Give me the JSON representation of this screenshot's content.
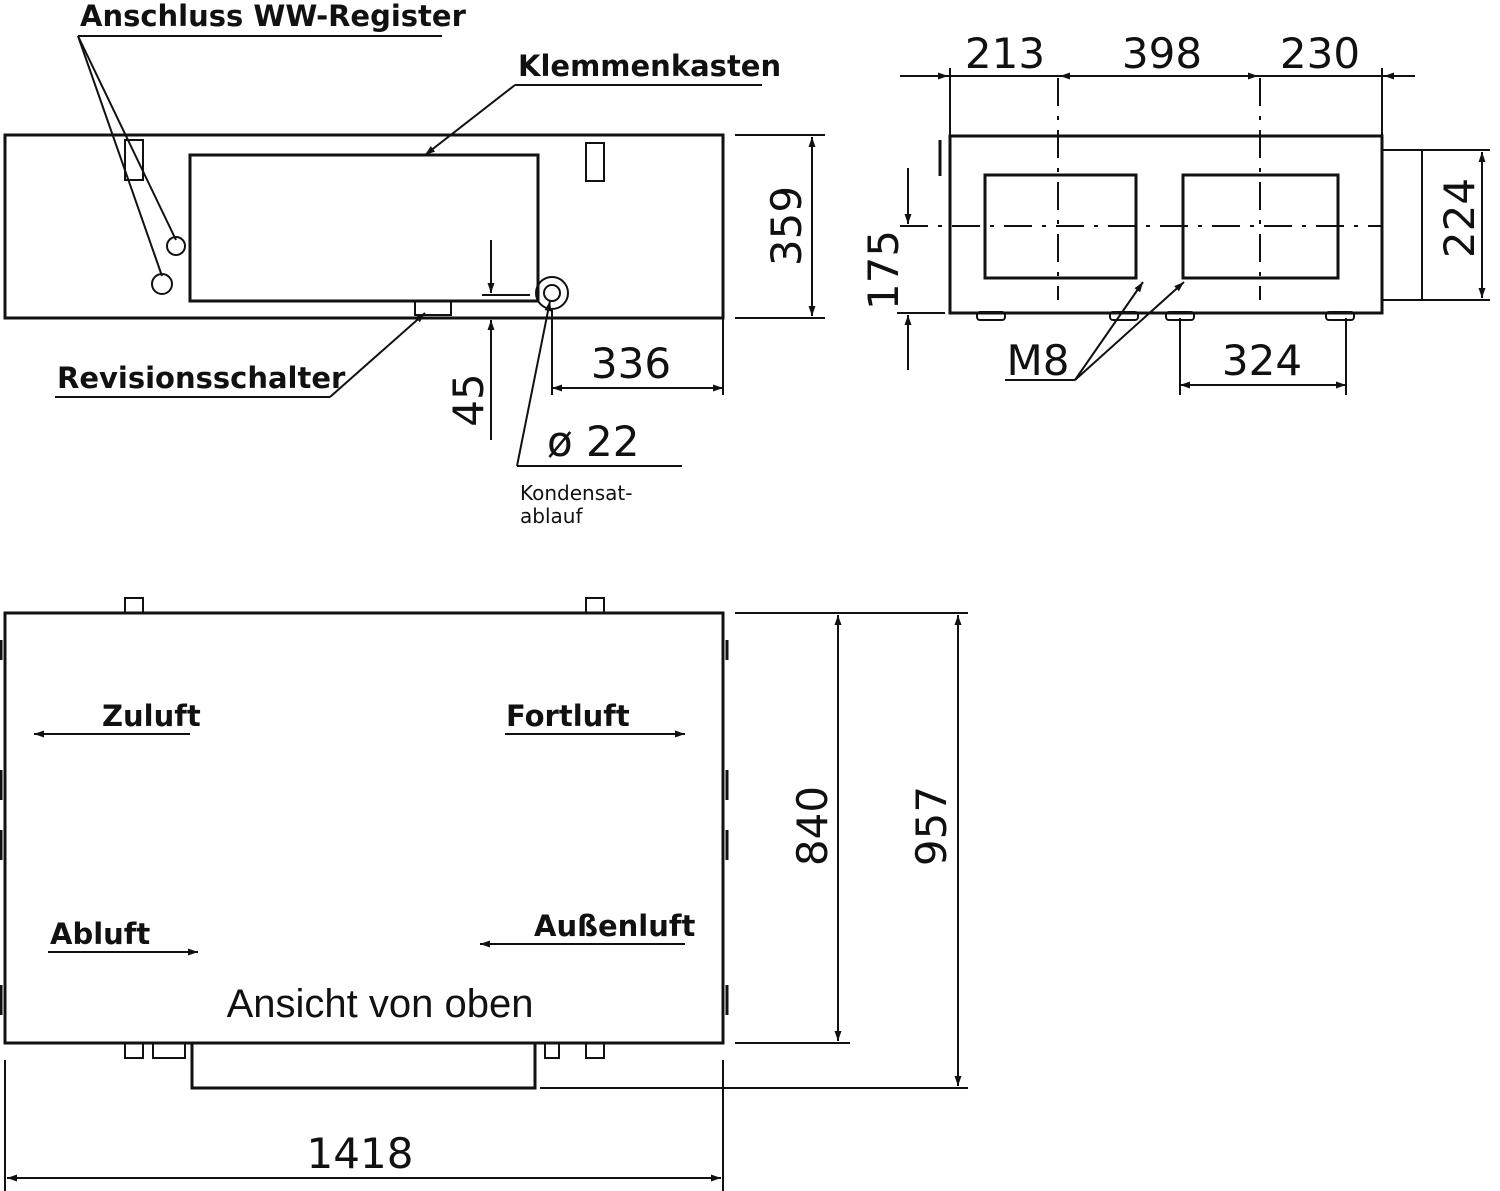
{
  "labels": {
    "anschluss": "Anschluss WW-Register",
    "klemmenkasten": "Klemmenkasten",
    "revisionsschalter": "Revisionsschalter",
    "kondensat_line1": "Kondensat-",
    "kondensat_line2": "ablauf",
    "m8": "M8",
    "zuluft": "Zuluft",
    "fortluft": "Fortluft",
    "abluft": "Abluft",
    "aussenluft": "Außenluft",
    "ansicht": "Ansicht von oben"
  },
  "dims": {
    "d213": "213",
    "d398": "398",
    "d230": "230",
    "d359": "359",
    "d224": "224",
    "d175": "175",
    "d336": "336",
    "d45": "45",
    "d22": "ø 22",
    "d324": "324",
    "d840": "840",
    "d957": "957",
    "d1418": "1418"
  }
}
